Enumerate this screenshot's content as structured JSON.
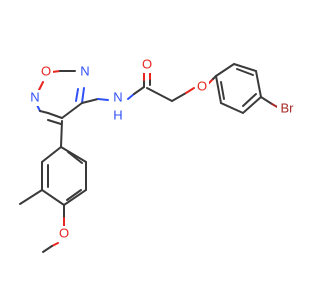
{
  "molecule": {
    "atoms": {
      "o_ring": {
        "label": "O",
        "color": "#e8261f"
      },
      "n_ring_top": {
        "label": "N",
        "color": "#3050f8"
      },
      "n_ring_left": {
        "label": "N",
        "color": "#3050f8"
      },
      "nh": {
        "label": "N",
        "color": "#3050f8"
      },
      "h": {
        "label": "H",
        "color": "#3050f8"
      },
      "o_carbonyl": {
        "label": "O",
        "color": "#e8261f"
      },
      "o_ether": {
        "label": "O",
        "color": "#e8261f"
      },
      "br": {
        "label": "Br",
        "color": "#a62929"
      },
      "o_methoxy": {
        "label": "O",
        "color": "#e8261f"
      }
    }
  }
}
